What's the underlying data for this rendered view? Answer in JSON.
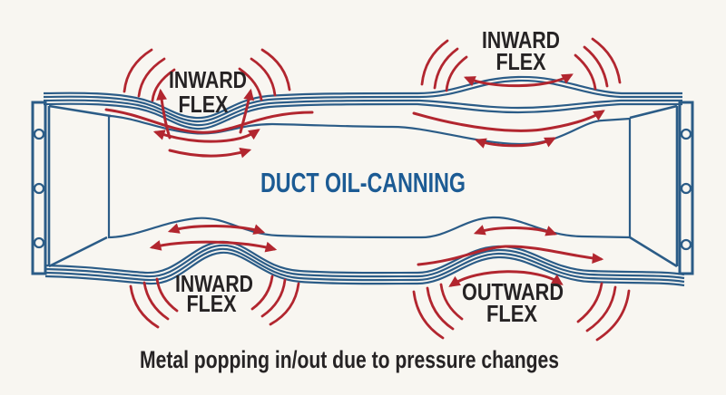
{
  "diagram": {
    "title": "DUCT OIL-CANNING",
    "caption": "Metal popping in/out due to pressure changes",
    "labels": {
      "top_left": {
        "line1": "INWARD",
        "line2": "FLEX"
      },
      "top_right": {
        "line1": "INWARD",
        "line2": "FLEX"
      },
      "bottom_left": {
        "line1": "INWARD",
        "line2": "FLEX"
      },
      "bottom_right": {
        "line1": "OUTWARD",
        "line2": "FLEX"
      }
    },
    "colors": {
      "background": "#f8f6f1",
      "duct_blue": "#2b5c87",
      "flex_red": "#b2262f",
      "title_blue": "#1c5b94",
      "text_black": "#262324"
    }
  }
}
